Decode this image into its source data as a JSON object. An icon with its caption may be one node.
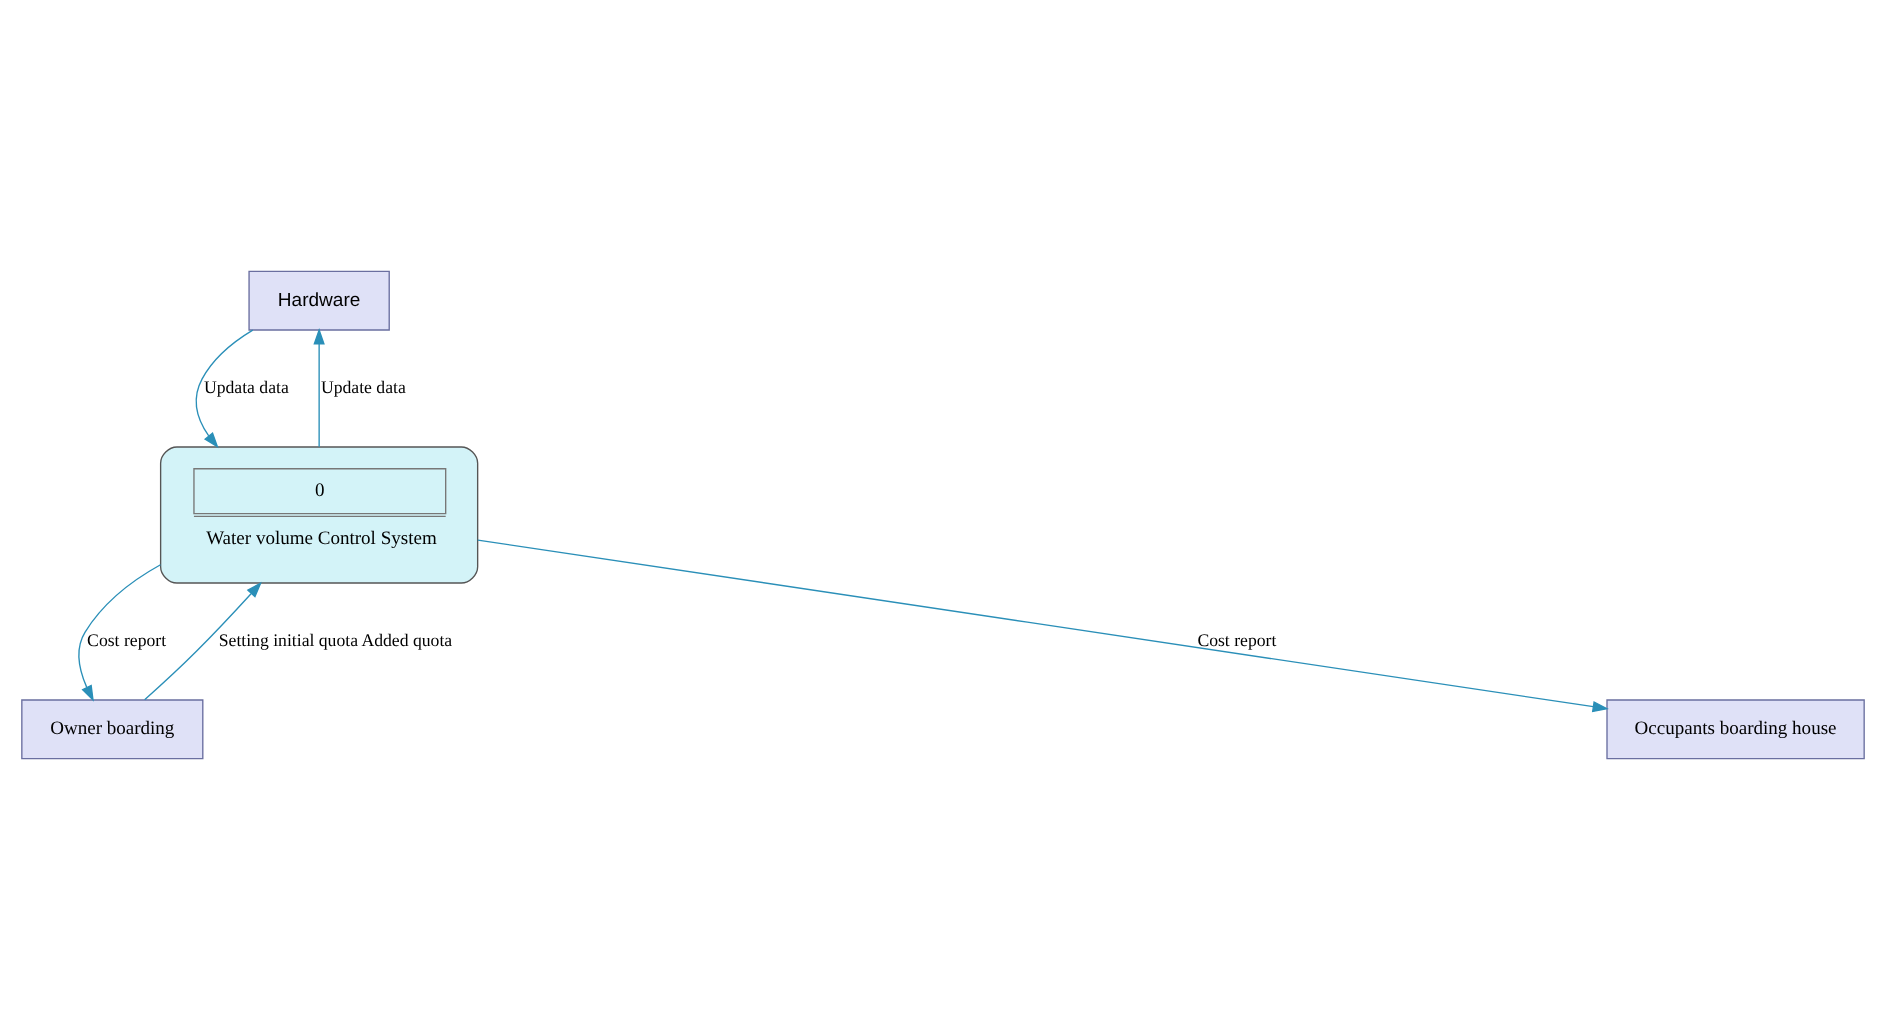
{
  "diagram": {
    "nodes": [
      {
        "text": [
          "Hardware"
        ]
      },
      {
        "text": [
          "Owner boarding"
        ]
      },
      {
        "text": [
          "0",
          "Water volume Control System"
        ]
      },
      {
        "text": [
          "Occupants boarding house"
        ]
      }
    ],
    "edges": [
      {
        "from": 2,
        "to": 0,
        "arrow": "to",
        "label": "Update data"
      },
      {
        "from": 0,
        "to": 2,
        "arrow": "to",
        "label": "Updata data"
      },
      {
        "from": 1,
        "to": 2,
        "arrow": "to",
        "label": "Setting initial quota Added quota"
      },
      {
        "from": 2,
        "to": 3,
        "arrow": "to",
        "label": "Cost report"
      },
      {
        "from": 2,
        "to": 1,
        "arrow": "to",
        "label": "Cost report"
      }
    ]
  }
}
